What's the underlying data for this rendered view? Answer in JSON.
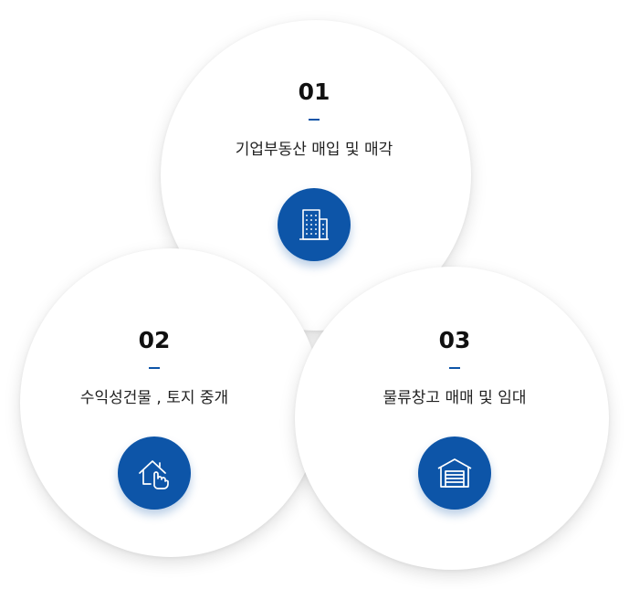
{
  "accent_color": "#0d55a8",
  "items": [
    {
      "number": "01",
      "label": "기업부동산 매입 및 매각",
      "icon": "building-icon"
    },
    {
      "number": "02",
      "label": "수익성건물 , 토지 중개",
      "icon": "house-hand-icon"
    },
    {
      "number": "03",
      "label": "물류창고 매매 및 임대",
      "icon": "warehouse-icon"
    }
  ]
}
